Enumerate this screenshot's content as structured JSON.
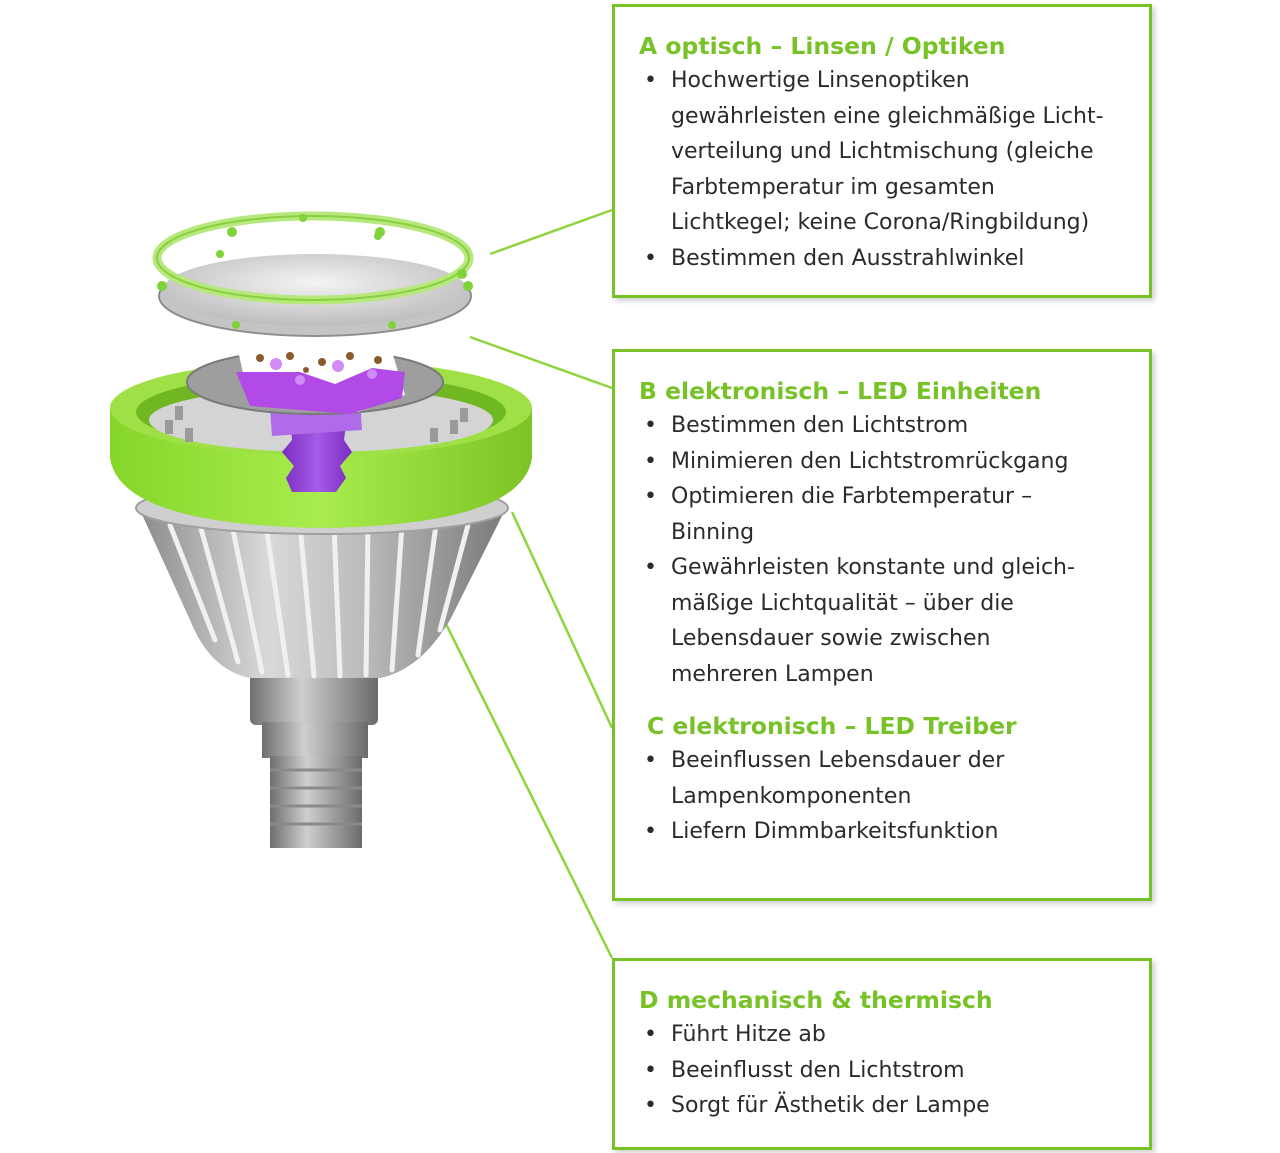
{
  "colors": {
    "accent": "#77c227",
    "purple": "#9b39d6",
    "metal": "#9a9a9a"
  },
  "boxes": {
    "a": {
      "title": "A optisch – Linsen / Optiken",
      "items": [
        "Hochwertige Linsenoptiken\ngewährleisten eine gleichmäßige Licht-\nverteilung und Lichtmischung (gleiche\nFarbtemperatur im gesamten\nLichtkegel; keine Corona/Ringbildung)",
        "Bestimmen den Ausstrahlwinkel"
      ]
    },
    "b": {
      "title": "B elektronisch – LED Einheiten",
      "items": [
        "Bestimmen den Lichtstrom",
        "Minimieren den Lichtstromrückgang",
        "Optimieren die Farbtemperatur –\nBinning",
        "Gewährleisten konstante und gleich-\nmäßige Lichtqualität – über die\nLebensdauer sowie zwischen\nmehreren Lampen"
      ]
    },
    "c": {
      "title": "C elektronisch – LED Treiber",
      "items": [
        "Beeinflussen Lebensdauer der\nLampenkomponenten",
        "Liefern Dimmbarkeitsfunktion"
      ]
    },
    "d": {
      "title": "D mechanisch & thermisch",
      "items": [
        "Führt Hitze ab",
        "Beeinflusst den Lichtstrom",
        "Sorgt für Ästhetik der Lampe"
      ]
    }
  }
}
